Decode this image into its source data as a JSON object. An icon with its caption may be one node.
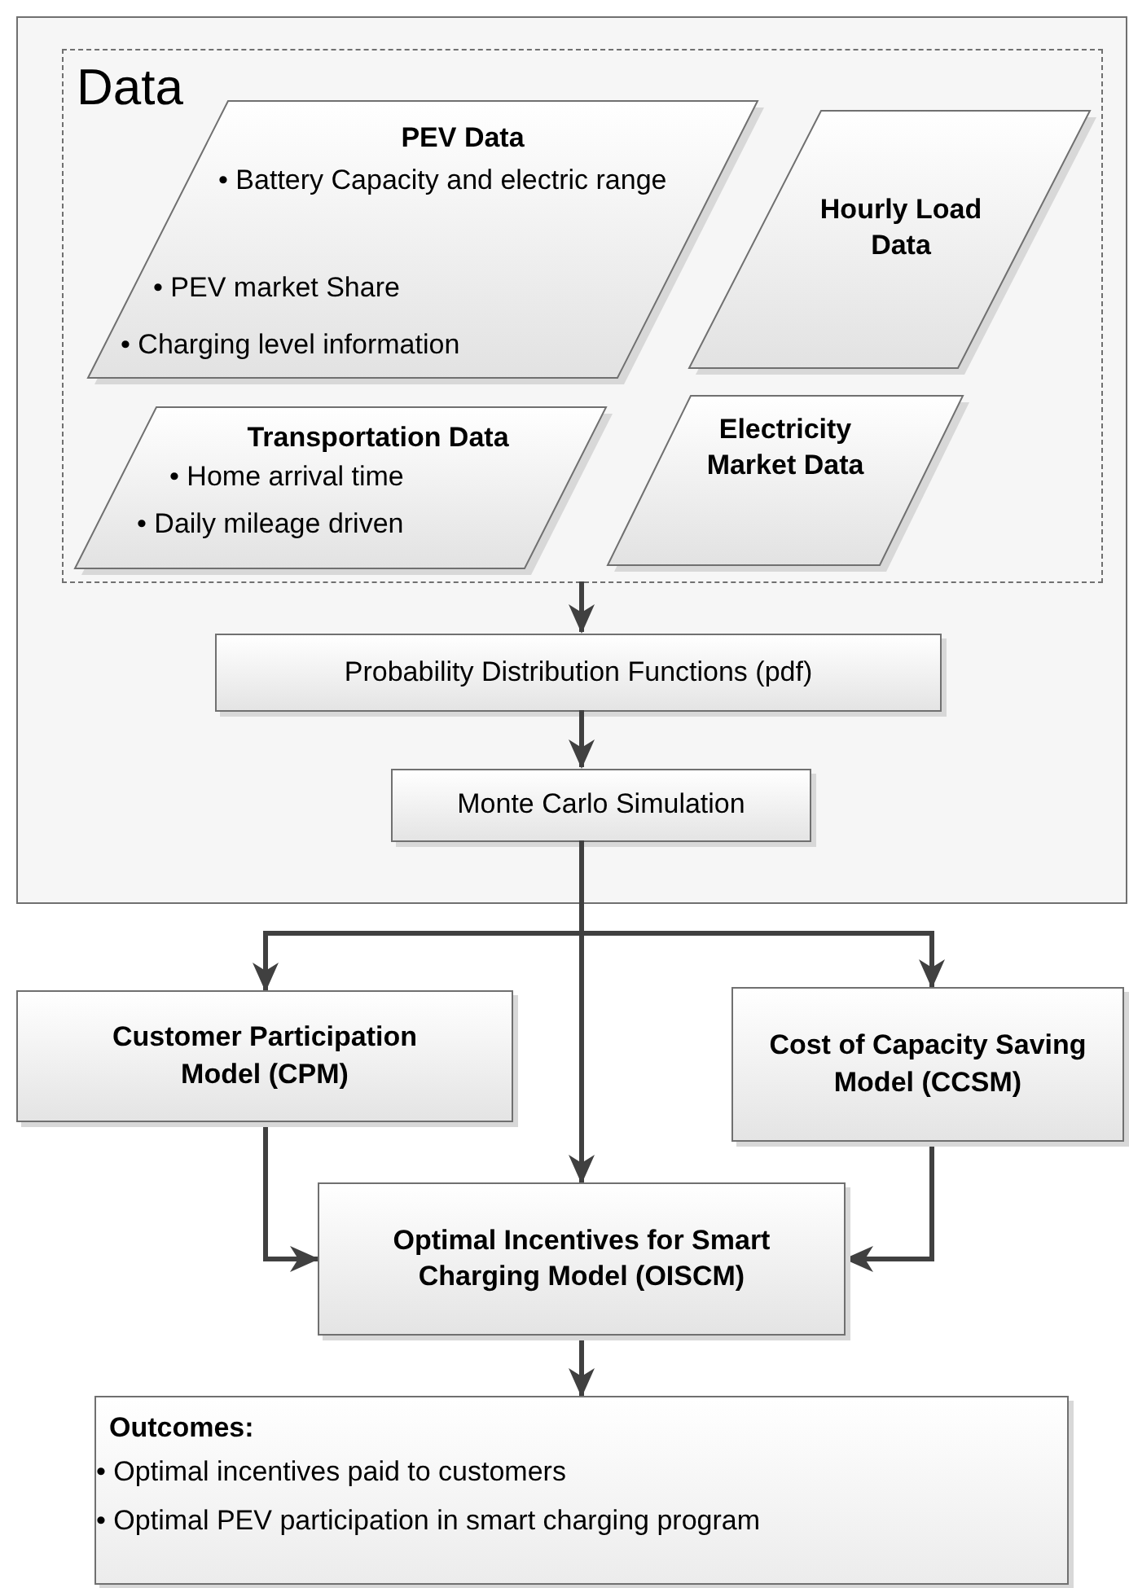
{
  "diagram": {
    "nodes": [
      {
        "text": [],
        "shape": "box"
      },
      {
        "text": [
          "Data"
        ],
        "in": 0
      },
      {
        "text": [
          "PEV Data",
          "• Battery Capacity and electric range",
          "• PEV market Share",
          "• Charging level information"
        ],
        "in": 1
      },
      {
        "text": [
          "Hourly Load Data"
        ],
        "in": 1
      },
      {
        "text": [
          "Transportation Data",
          "• Home arrival time",
          "• Daily mileage driven"
        ],
        "in": 1
      },
      {
        "text": [
          "Electricity Market Data"
        ],
        "in": 1
      },
      {
        "text": [
          "Probability Distribution Functions (pdf)"
        ],
        "in": 0
      },
      {
        "text": [
          "Monte Carlo Simulation"
        ],
        "in": 0
      },
      {
        "text": [
          "Customer Participation Model (CPM)"
        ]
      },
      {
        "text": [
          "Cost of Capacity Saving Model (CCSM)"
        ]
      },
      {
        "text": [
          "Optimal Incentives for Smart Charging Model (OISCM)"
        ]
      },
      {
        "text": [
          "Outcomes:",
          "• Optimal incentives paid to customers",
          "• Optimal PEV participation in smart charging program"
        ]
      }
    ],
    "edges": [
      {
        "from": 1,
        "to": 6,
        "arrow": "to"
      },
      {
        "from": 6,
        "to": 7,
        "arrow": "to"
      },
      {
        "from": 7,
        "to": 8,
        "arrow": "to"
      },
      {
        "from": 7,
        "to": 10,
        "arrow": "to"
      },
      {
        "from": 7,
        "to": 9,
        "arrow": "to"
      },
      {
        "from": 8,
        "to": 10,
        "arrow": "to"
      },
      {
        "from": 9,
        "to": 10,
        "arrow": "to"
      },
      {
        "from": 10,
        "to": 11,
        "arrow": "to"
      }
    ]
  }
}
